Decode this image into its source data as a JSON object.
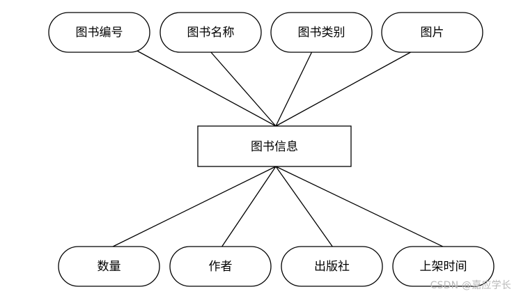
{
  "entity": {
    "label": "图书信息"
  },
  "attributes_top": [
    {
      "label": "图书编号"
    },
    {
      "label": "图书名称"
    },
    {
      "label": "图书类别"
    },
    {
      "label": "图片"
    }
  ],
  "attributes_bottom": [
    {
      "label": "数量"
    },
    {
      "label": "作者"
    },
    {
      "label": "出版社"
    },
    {
      "label": "上架时间"
    }
  ],
  "watermark": "CSDN @嘉应学长"
}
